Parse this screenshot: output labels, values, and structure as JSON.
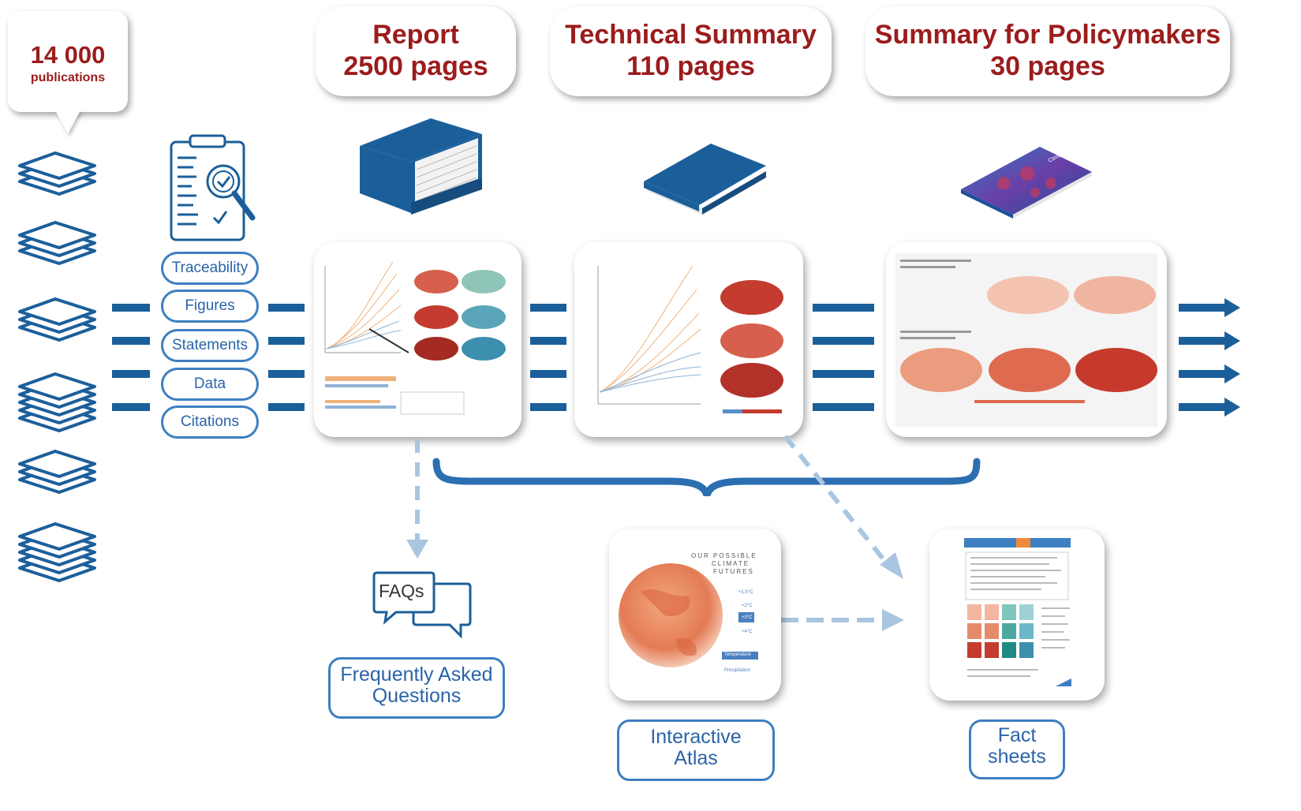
{
  "publications": {
    "count": "14 000",
    "label": "publications"
  },
  "report": {
    "title": "Report",
    "pages": "2500 pages"
  },
  "technical_summary": {
    "title": "Technical Summary",
    "pages": "110 pages"
  },
  "spm": {
    "title": "Summary for Policymakers",
    "pages": "30 pages"
  },
  "checks": [
    "Traceability",
    "Figures",
    "Statements",
    "Data",
    "Citations"
  ],
  "faqs": {
    "icon_text": "FAQs",
    "label_1": "Frequently Asked",
    "label_2": "Questions"
  },
  "atlas": {
    "label_1": "Interactive",
    "label_2": "Atlas",
    "screen_title_1": "OUR POSSIBLE",
    "screen_title_2": "CLIMATE",
    "screen_title_3": "FUTURES",
    "levels": [
      "+1.5°C",
      "+2°C",
      "+3°C",
      "+4°C"
    ],
    "btn_temp": "Temperature",
    "btn_precip": "Precipitation"
  },
  "factsheets": {
    "label_1": "Fact",
    "label_2": "sheets"
  },
  "colors": {
    "dark_red": "#9b1c1c",
    "blue": "#1b5f9a",
    "light_blue": "#3d7fc1",
    "dashed": "#a9c5e0"
  },
  "icons": [
    "paper-stack-icon",
    "clipboard-magnifier-icon",
    "book-icon",
    "chat-bubbles-icon",
    "arrow-icon"
  ]
}
